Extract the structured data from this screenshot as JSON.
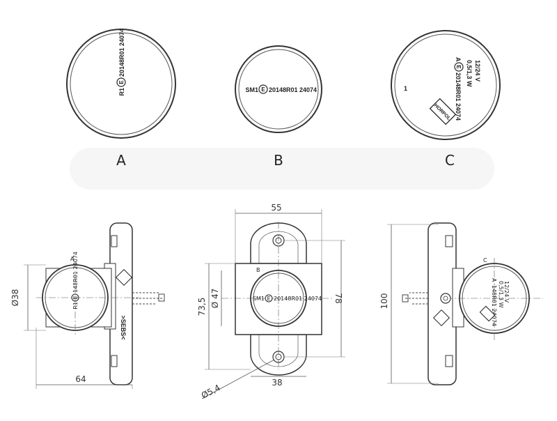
{
  "top_views": {
    "a": {
      "label": "A",
      "text": "R1",
      "approval": "20148R01 24074",
      "e_mark": "E"
    },
    "b": {
      "label": "B",
      "text": "SM1",
      "approval": "20148R01 24074",
      "e_mark": "E"
    },
    "c": {
      "label": "C",
      "letter": "A",
      "approval": "20148R01 24074",
      "e_mark": "E",
      "voltage": "12/24 V",
      "power": "0,5/1,3 W",
      "number": "1",
      "logo": "HORPOL"
    }
  },
  "left_view": {
    "label": "A",
    "lens_text": "R1",
    "lens_approval": "148R01 24074",
    "e_mark": "E",
    "side_text": ">SEBS<",
    "dims": {
      "diameter": "Ø38",
      "width": "64"
    }
  },
  "front_view": {
    "label": "B",
    "lens_text": "SM1",
    "lens_approval": "20148R01 24074",
    "e_mark": "E",
    "dims": {
      "top_width": "55",
      "height_outer": "73,5",
      "diameter": "Ø 47",
      "height_holes": "78",
      "bottom_width": "38",
      "hole": "Ø5,4"
    }
  },
  "right_view": {
    "label": "C",
    "lens_text": "A",
    "lens_voltage": "12/24 V",
    "lens_power": "0,5/1,3 W",
    "lens_approval": "148R01 24074",
    "dims": {
      "height": "100"
    }
  }
}
